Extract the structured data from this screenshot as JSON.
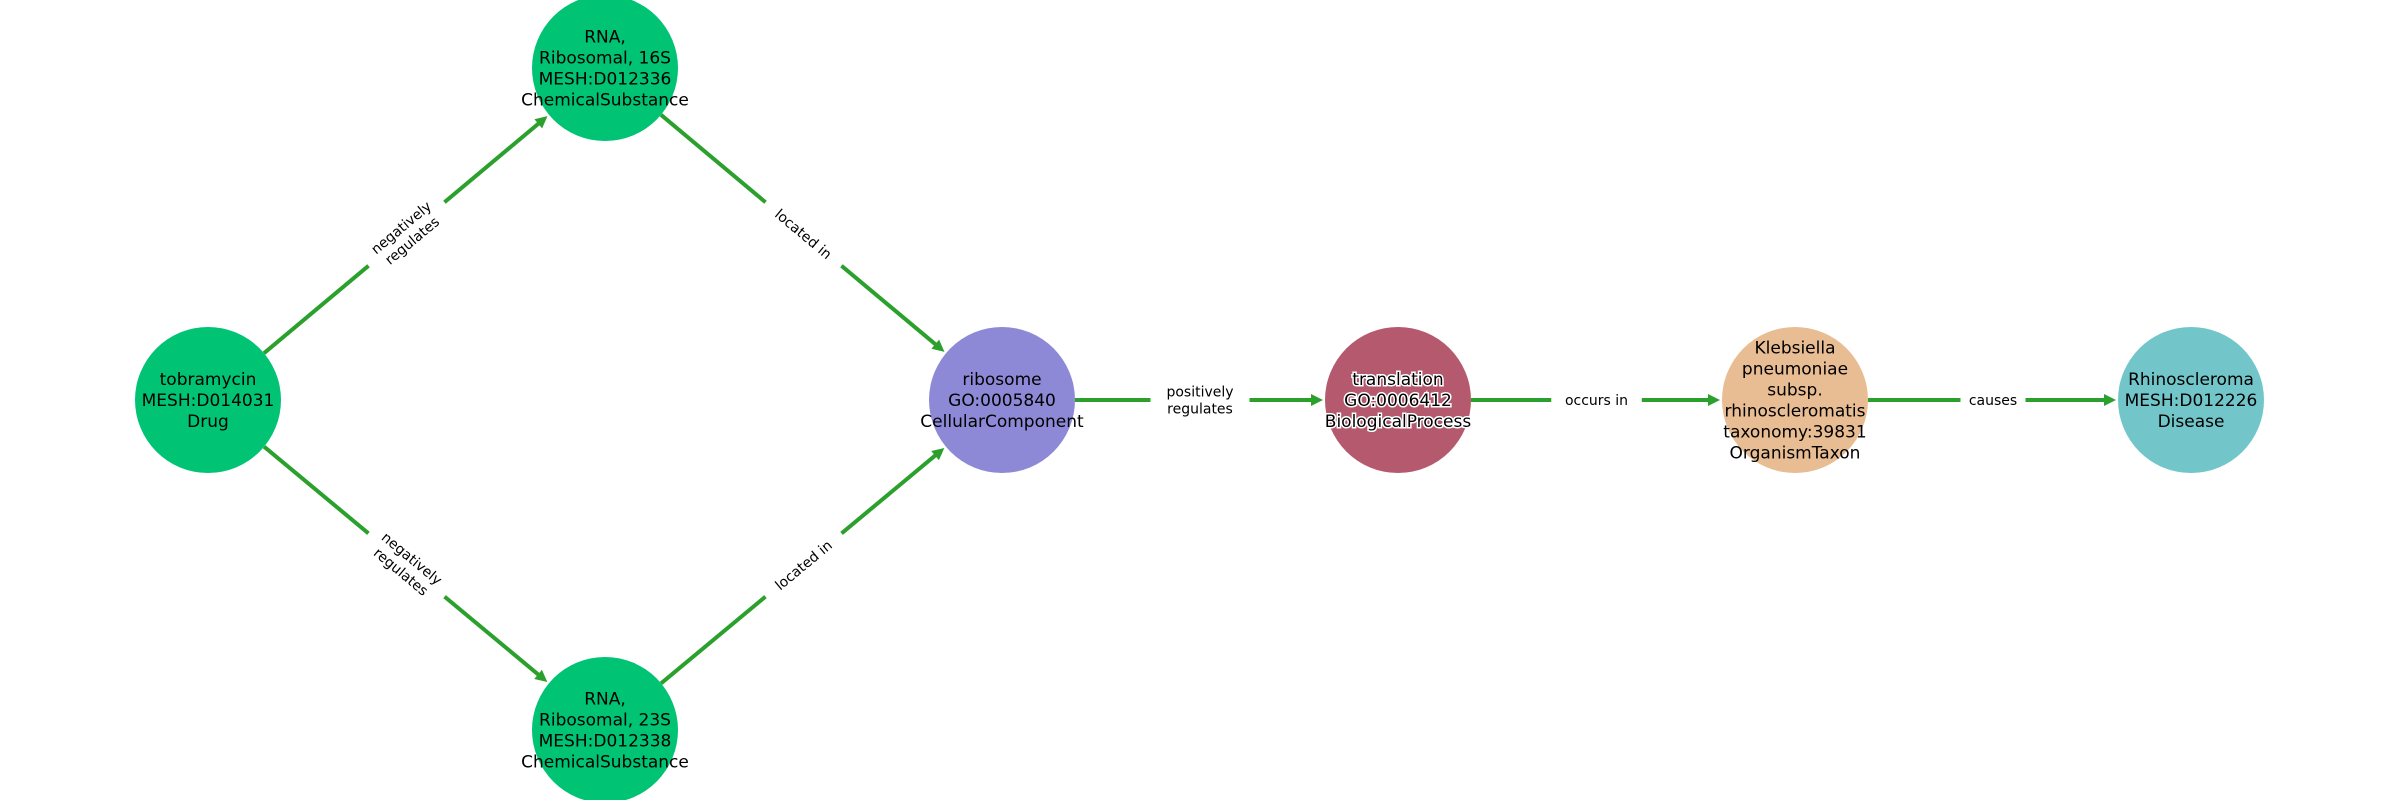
{
  "graph": {
    "colors": {
      "edge": "#2ca02c",
      "ChemicalSubstance": "#00c373",
      "Drug": "#00c373",
      "CellularComponent": "#8d89d6",
      "BiologicalProcess": "#b5596e",
      "OrganismTaxon": "#e8bd94",
      "Disease": "#72c6ca"
    },
    "nodes": [
      {
        "id": "tobramycin",
        "lines": [
          "tobramycin",
          "MESH:D014031",
          "Drug"
        ],
        "type": "Drug"
      },
      {
        "id": "rna16s",
        "lines": [
          "RNA,",
          "Ribosomal, 16S",
          "MESH:D012336",
          "ChemicalSubstance"
        ],
        "type": "ChemicalSubstance"
      },
      {
        "id": "rna23s",
        "lines": [
          "RNA,",
          "Ribosomal, 23S",
          "MESH:D012338",
          "ChemicalSubstance"
        ],
        "type": "ChemicalSubstance"
      },
      {
        "id": "ribosome",
        "lines": [
          "ribosome",
          "GO:0005840",
          "CellularComponent"
        ],
        "type": "CellularComponent"
      },
      {
        "id": "translation",
        "lines": [
          "translation",
          "GO:0006412",
          "BiologicalProcess"
        ],
        "type": "BiologicalProcess"
      },
      {
        "id": "klebsiella",
        "lines": [
          "Klebsiella",
          "pneumoniae",
          "subsp.",
          "rhinoscleromatis",
          "taxonomy:39831",
          "OrganismTaxon"
        ],
        "type": "OrganismTaxon"
      },
      {
        "id": "rhinoscleroma",
        "lines": [
          "Rhinoscleroma",
          "MESH:D012226",
          "Disease"
        ],
        "type": "Disease"
      }
    ],
    "edges": [
      {
        "source": "tobramycin",
        "target": "rna16s",
        "label": [
          "negatively",
          "regulates"
        ]
      },
      {
        "source": "tobramycin",
        "target": "rna23s",
        "label": [
          "negatively",
          "regulates"
        ]
      },
      {
        "source": "rna16s",
        "target": "ribosome",
        "label": [
          "located in"
        ]
      },
      {
        "source": "rna23s",
        "target": "ribosome",
        "label": [
          "located in"
        ]
      },
      {
        "source": "ribosome",
        "target": "translation",
        "label": [
          "positively",
          "regulates"
        ]
      },
      {
        "source": "translation",
        "target": "klebsiella",
        "label": [
          "occurs in"
        ]
      },
      {
        "source": "klebsiella",
        "target": "rhinoscleroma",
        "label": [
          "causes"
        ]
      }
    ]
  }
}
